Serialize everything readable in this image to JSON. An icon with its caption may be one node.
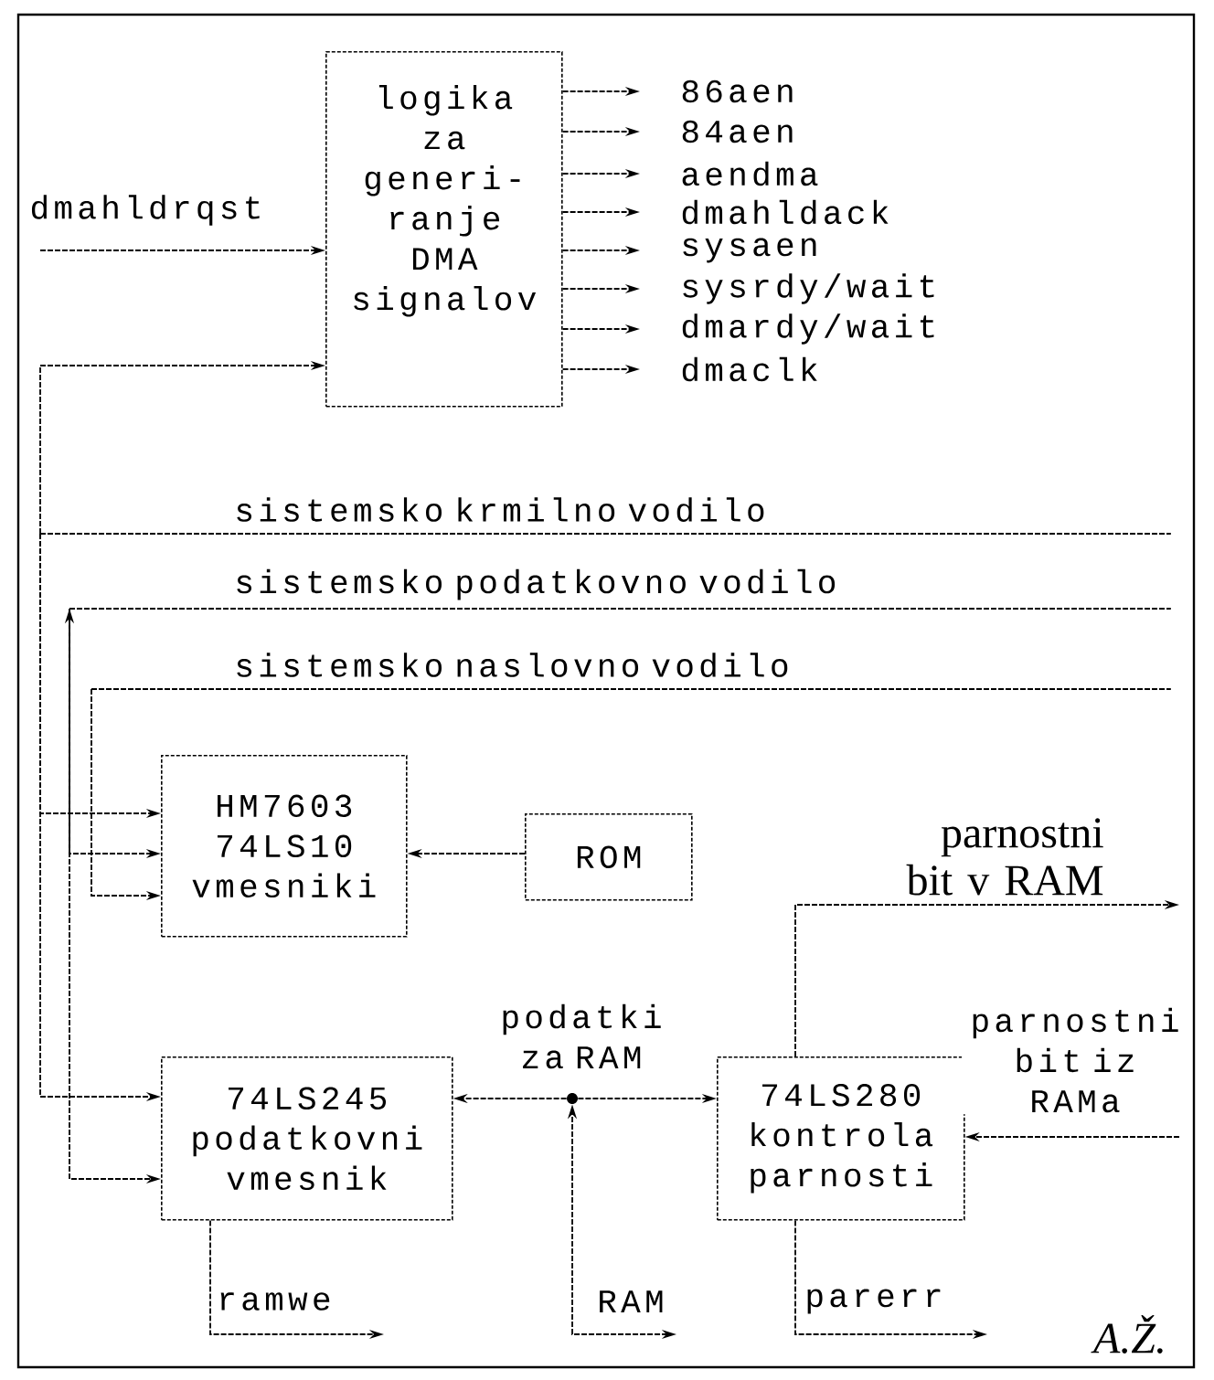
{
  "diagram": {
    "nodes": [
      {
        "text": [
          "logika za generi- ranje DMA signalov"
        ]
      },
      {
        "text": [
          "86aen"
        ]
      },
      {
        "text": [
          "84aen"
        ]
      },
      {
        "text": [
          "aendma"
        ]
      },
      {
        "text": [
          "dmahldack"
        ]
      },
      {
        "text": [
          "sysaen"
        ]
      },
      {
        "text": [
          "sysrdy/wait"
        ]
      },
      {
        "text": [
          "dmardy/wait"
        ]
      },
      {
        "text": [
          "dmaclk"
        ]
      },
      {
        "text": [
          "sistemsko krmilno vodilo"
        ]
      },
      {
        "text": [
          "sistemsko podatkovno vodilo"
        ]
      },
      {
        "text": [
          "sistemsko naslovno vodilo"
        ]
      },
      {
        "text": [
          "HM7603 74LS10 vmesniki"
        ]
      },
      {
        "text": [
          "ROM"
        ]
      },
      {
        "text": [
          "74LS245 podatkovni vmesnik"
        ]
      },
      {
        "text": [
          "74LS280 kontrola parnosti"
        ]
      },
      {
        "text": [],
        "shape": "circle"
      }
    ],
    "edges": [
      {
        "from": null,
        "to": 0,
        "arrow": "to",
        "label": "dmahldrqst"
      },
      {
        "from": 0,
        "to": 1,
        "arrow": "to"
      },
      {
        "from": 0,
        "to": 2,
        "arrow": "to"
      },
      {
        "from": 0,
        "to": 3,
        "arrow": "to"
      },
      {
        "from": 0,
        "to": 4,
        "arrow": "to"
      },
      {
        "from": 0,
        "to": 5,
        "arrow": "to"
      },
      {
        "from": 0,
        "to": 6,
        "arrow": "to"
      },
      {
        "from": 0,
        "to": 7,
        "arrow": "to"
      },
      {
        "from": 0,
        "to": 8,
        "arrow": "to"
      },
      {
        "from": 9,
        "to": 0,
        "arrow": "to"
      },
      {
        "from": 9,
        "to": 12,
        "arrow": "to"
      },
      {
        "from": 10,
        "to": 12,
        "arrow": "to"
      },
      {
        "from": 11,
        "to": 12,
        "arrow": "to"
      },
      {
        "from": 9,
        "to": 14,
        "arrow": "to"
      },
      {
        "from": 10,
        "to": 14,
        "arrow": "both"
      },
      {
        "from": 13,
        "to": 12,
        "arrow": "to"
      },
      {
        "from": 16,
        "to": 14,
        "arrow": "to"
      },
      {
        "from": 16,
        "to": 15,
        "arrow": "to"
      },
      {
        "from": null,
        "to": 16,
        "arrow": "both",
        "label": "RAM"
      },
      {
        "from": 15,
        "to": null,
        "arrow": "to",
        "label": "parnostni bit v RAM"
      },
      {
        "from": null,
        "to": 15,
        "arrow": "to",
        "label": "parnostni bit iz RAMa"
      },
      {
        "from": 15,
        "to": null,
        "arrow": "to",
        "label": "parerr"
      },
      {
        "from": 14,
        "to": null,
        "arrow": "to",
        "label": "ramwe"
      }
    ],
    "labels": [
      "podatki za RAM",
      "A.Ž."
    ]
  }
}
